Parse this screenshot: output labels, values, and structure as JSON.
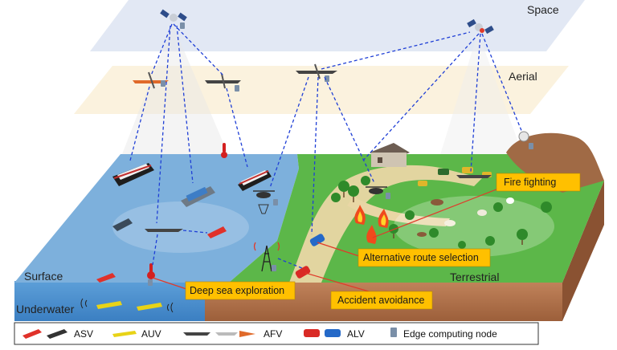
{
  "layers": {
    "space": "Space",
    "aerial": "Aerial",
    "surface": "Surface",
    "terrestrial": "Terrestrial",
    "underwater": "Underwater"
  },
  "callouts": {
    "fire_fighting": "Fire fighting",
    "alternative_route": "Alternative route selection",
    "deep_sea": "Deep sea exploration",
    "accident_avoidance": "Accident avoidance"
  },
  "legend": {
    "asv": "ASV",
    "auv": "AUV",
    "afv": "AFV",
    "alv": "ALV",
    "edge": "Edge computing node"
  },
  "colors": {
    "space_band": "#dfe6f3",
    "aerial_band": "#fbf1dc",
    "sea_surface": "#6fa6d4",
    "land": "#56b245",
    "soil": "#b4754b",
    "underwater": "#4b90cf",
    "callout": "#ffc000",
    "link": "#1f3fd6",
    "alert_line": "#e03a2a"
  }
}
